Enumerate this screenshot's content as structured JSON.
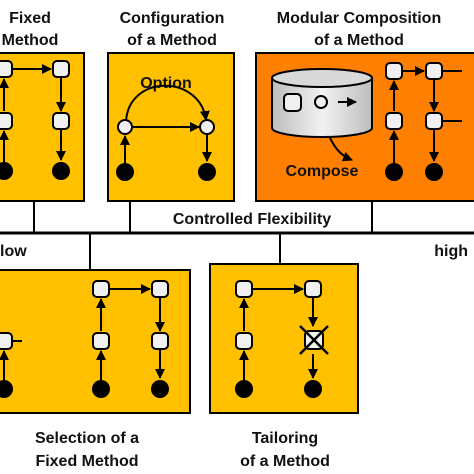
{
  "labels": {
    "fixed_method_line1": "Fixed",
    "fixed_method_line2": "Method",
    "configuration_line1": "Configuration",
    "configuration_line2": "of a Method",
    "modular_line1": "Modular Composition",
    "modular_line2": "of a Method",
    "option": "Option",
    "compose": "Compose",
    "controlled_flexibility": "Controlled Flexibility",
    "low": "low",
    "high": "high",
    "selection_line1": "Selection of a",
    "selection_line2": "Fixed Method",
    "tailoring_line1": "Tailoring",
    "tailoring_line2": "of a Method"
  },
  "colors": {
    "panel_yellow": "#FFC000",
    "panel_orange": "#FF7F00",
    "node_fill": "#F0F0F0",
    "stroke": "#000000",
    "background": "#FFFFFF"
  }
}
